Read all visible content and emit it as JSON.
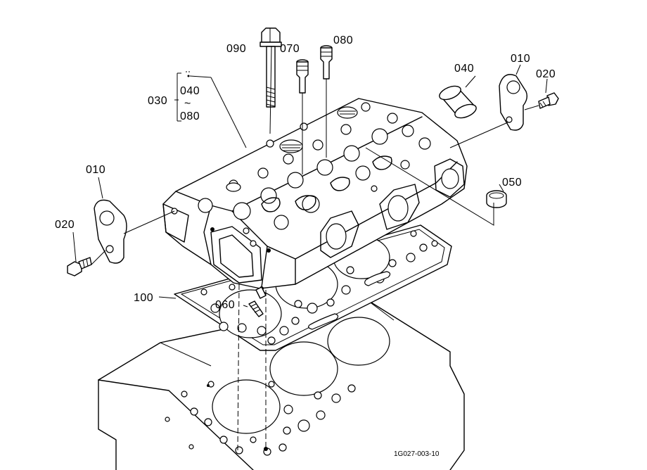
{
  "labels": {
    "p090": "090",
    "p070": "070",
    "p080_top": "080",
    "p040": "040",
    "p010_right": "010",
    "p020_right": "020",
    "p030": "030",
    "p030_range_from": "040",
    "p030_range_tilde": "~",
    "p030_range_to": "080",
    "p010_left": "010",
    "p020_left": "020",
    "p050": "050",
    "p100": "100",
    "p060": "060"
  },
  "figure_code": "1G027-003-10"
}
